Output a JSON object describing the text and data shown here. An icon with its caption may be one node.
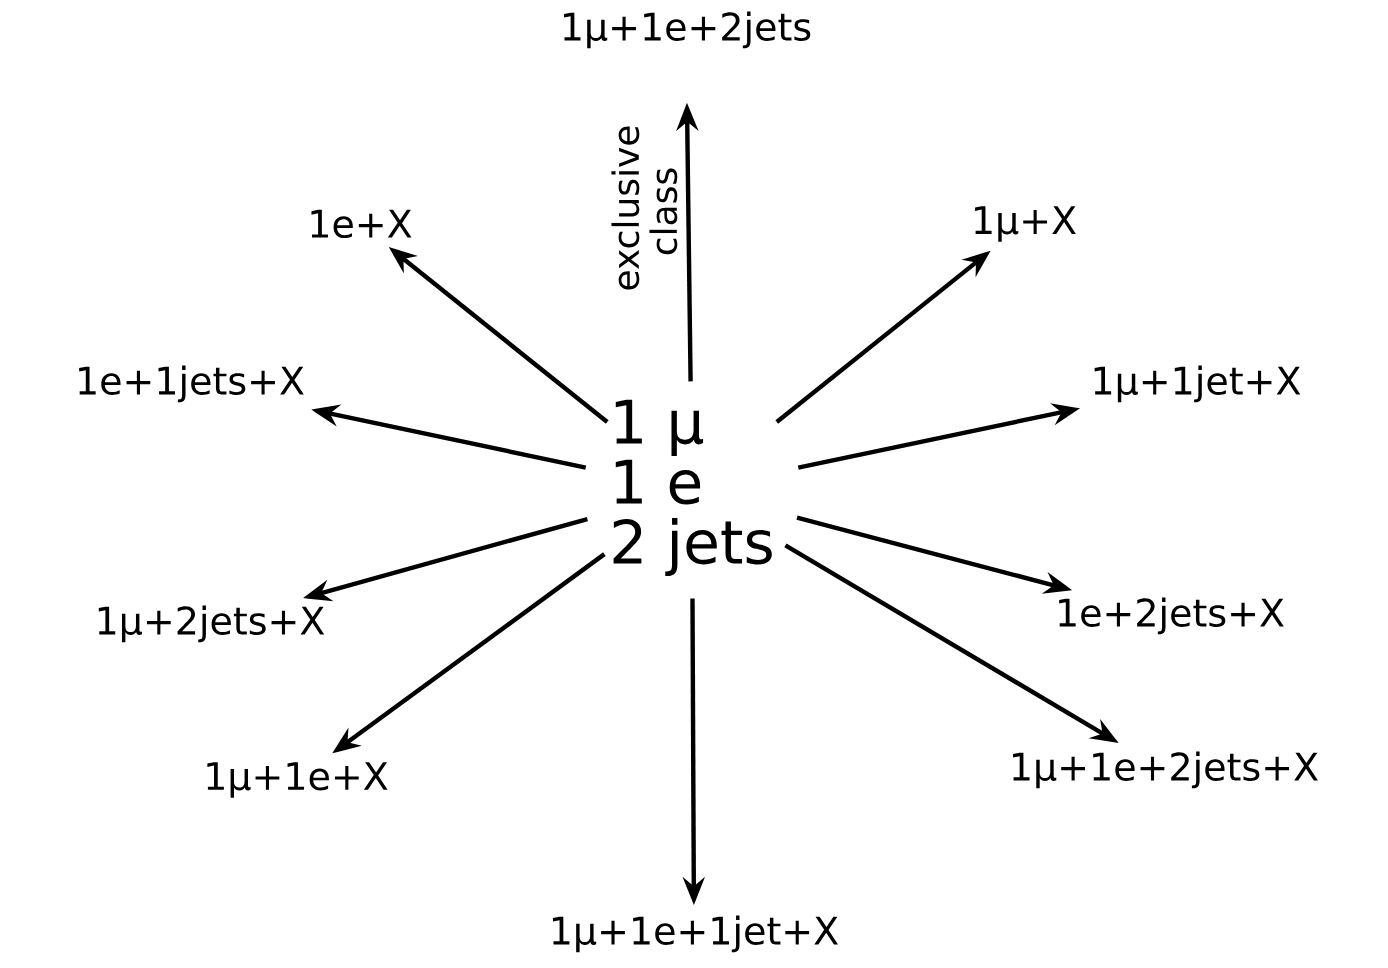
{
  "diagram": {
    "nodes": [
      {
        "text": [
          "1 μ",
          "1 e",
          "2 jets"
        ]
      },
      {
        "text": [
          "1μ+1e+2jets"
        ]
      },
      {
        "text": [
          "1e+X"
        ]
      },
      {
        "text": [
          "1μ+X"
        ]
      },
      {
        "text": [
          "1e+1jets+X"
        ]
      },
      {
        "text": [
          "1μ+1jet+X"
        ]
      },
      {
        "text": [
          "1μ+2jets+X"
        ]
      },
      {
        "text": [
          "1e+2jets+X"
        ]
      },
      {
        "text": [
          "1μ+1e+X"
        ]
      },
      {
        "text": [
          "1μ+1e+2jets+X"
        ]
      },
      {
        "text": [
          "1μ+1e+1jet+X"
        ]
      }
    ],
    "edges": [
      {
        "from": 0,
        "to": 1,
        "arrow": "to",
        "label": "exclusive class"
      },
      {
        "from": 0,
        "to": 2,
        "arrow": "to"
      },
      {
        "from": 0,
        "to": 3,
        "arrow": "to"
      },
      {
        "from": 0,
        "to": 4,
        "arrow": "to"
      },
      {
        "from": 0,
        "to": 5,
        "arrow": "to"
      },
      {
        "from": 0,
        "to": 6,
        "arrow": "to"
      },
      {
        "from": 0,
        "to": 7,
        "arrow": "to"
      },
      {
        "from": 0,
        "to": 8,
        "arrow": "to"
      },
      {
        "from": 0,
        "to": 9,
        "arrow": "to"
      },
      {
        "from": 0,
        "to": 10,
        "arrow": "to"
      }
    ]
  }
}
